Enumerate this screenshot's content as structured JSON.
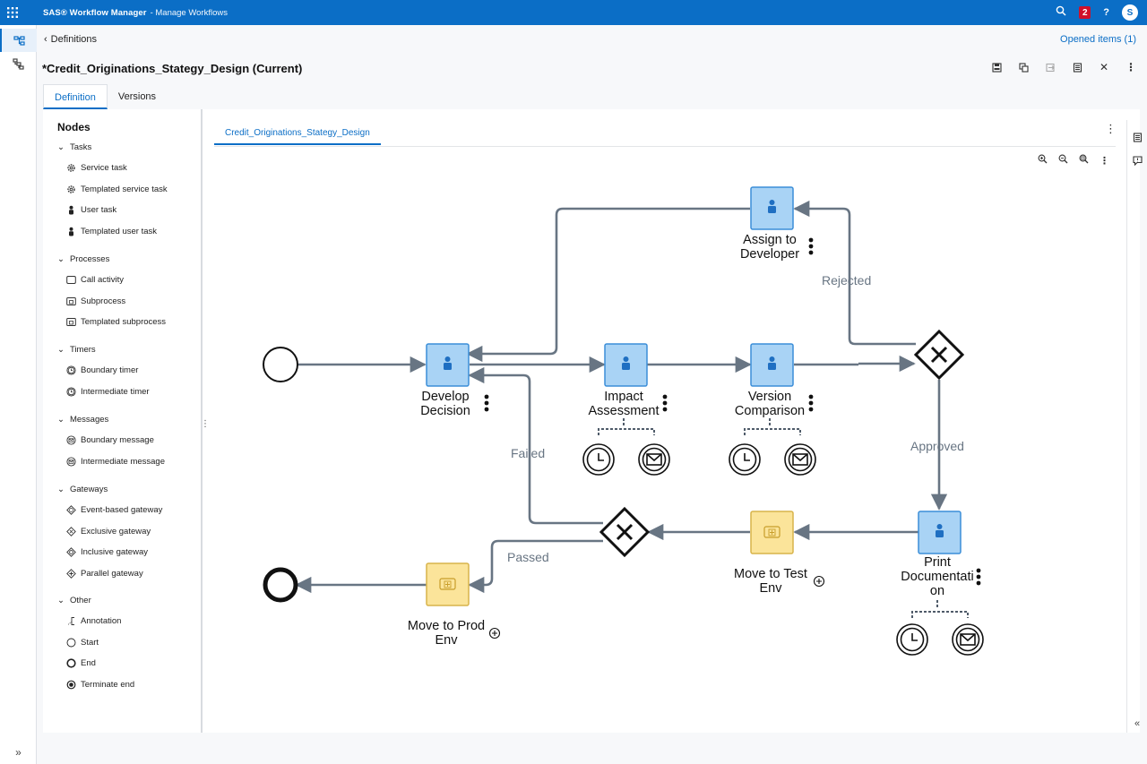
{
  "appbar": {
    "title": "SAS® Workflow Manager",
    "subtitle": "- Manage Workflows",
    "notification_count": "2",
    "help": "?",
    "avatar": "S"
  },
  "breadcrumb": {
    "label": "Definitions"
  },
  "opened_items": "Opened items (1)",
  "page_title": "*Credit_Originations_Stategy_Design (Current)",
  "tabs": [
    {
      "label": "Definition"
    },
    {
      "label": "Versions"
    }
  ],
  "palette": {
    "title": "Nodes",
    "groups": [
      {
        "label": "Tasks",
        "items": [
          "Service task",
          "Templated service task",
          "User task",
          "Templated user task"
        ]
      },
      {
        "label": "Processes",
        "items": [
          "Call activity",
          "Subprocess",
          "Templated subprocess"
        ]
      },
      {
        "label": "Timers",
        "items": [
          "Boundary timer",
          "Intermediate timer"
        ]
      },
      {
        "label": "Messages",
        "items": [
          "Boundary message",
          "Intermediate message"
        ]
      },
      {
        "label": "Gateways",
        "items": [
          "Event-based gateway",
          "Exclusive gateway",
          "Inclusive gateway",
          "Parallel gateway"
        ]
      },
      {
        "label": "Other",
        "items": [
          "Annotation",
          "Start",
          "End",
          "Terminate end"
        ]
      }
    ]
  },
  "diagram": {
    "tab_label": "Credit_Originations_Stategy_Design",
    "nodes": {
      "assign": {
        "line1": "Assign to",
        "line2": "Developer"
      },
      "develop": {
        "line1": "Develop",
        "line2": "Decision"
      },
      "impact": {
        "line1": "Impact",
        "line2": "Assessment"
      },
      "version": {
        "line1": "Version",
        "line2": "Comparison"
      },
      "print": {
        "line1": "Print",
        "line2": "Documentati",
        "line3": "on"
      },
      "move_test": {
        "line1": "Move to Test",
        "line2": "Env"
      },
      "move_prod": {
        "line1": "Move to Prod",
        "line2": "Env"
      }
    },
    "flows": {
      "rejected": "Rejected",
      "approved": "Approved",
      "failed": "Failed",
      "passed": "Passed"
    }
  },
  "colors": {
    "brand": "#0b6ec6",
    "task_fill": "#a9d3f5",
    "task_border": "#3b8ed8",
    "subprocess_fill": "#fbe49a",
    "subprocess_border": "#d8b34a",
    "connector": "#687583"
  }
}
